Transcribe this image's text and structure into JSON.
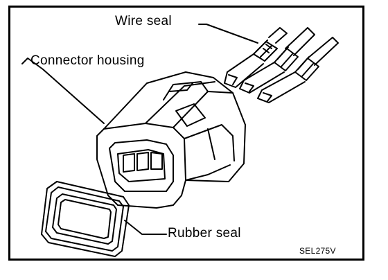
{
  "labels": {
    "wire_seal": "Wire seal",
    "connector_housing": "Connector housing",
    "rubber_seal": "Rubber seal"
  },
  "figure_code": "SEL275V"
}
